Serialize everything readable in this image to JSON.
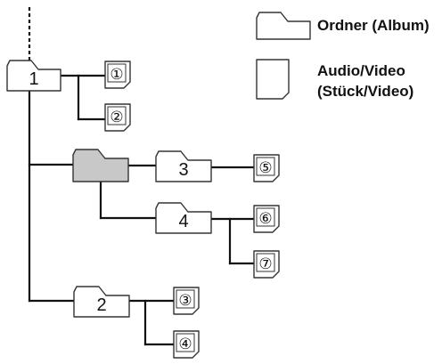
{
  "legend": {
    "folder_label": "Ordner (Album)",
    "file_label_line1": "Audio/Video",
    "file_label_line2": "(Stück/Video)"
  },
  "folders": [
    {
      "id": "f1",
      "label": "1",
      "highlighted": false
    },
    {
      "id": "fsel",
      "label": "",
      "highlighted": true
    },
    {
      "id": "f3",
      "label": "3",
      "highlighted": false
    },
    {
      "id": "f4",
      "label": "4",
      "highlighted": false
    },
    {
      "id": "f2",
      "label": "2",
      "highlighted": false
    }
  ],
  "files": [
    {
      "id": "t1",
      "label": "①"
    },
    {
      "id": "t2",
      "label": "②"
    },
    {
      "id": "t5",
      "label": "⑤"
    },
    {
      "id": "t6",
      "label": "⑥"
    },
    {
      "id": "t7",
      "label": "⑦"
    },
    {
      "id": "t3",
      "label": "③"
    },
    {
      "id": "t4",
      "label": "④"
    }
  ],
  "colors": {
    "line": "#111111",
    "folder_fill": "#ffffff",
    "folder_highlight": "#c8c8c8",
    "stroke": "#333333"
  }
}
